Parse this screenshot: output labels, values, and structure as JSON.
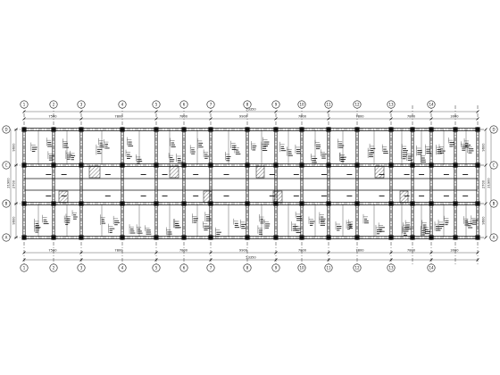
{
  "drawing": {
    "axes_top": [
      "1",
      "2",
      "3",
      "4",
      "5",
      "6",
      "7",
      "8",
      "9",
      "10",
      "11",
      "12",
      "13",
      "14"
    ],
    "axes_bottom": [
      "1",
      "2",
      "3",
      "4",
      "5",
      "6",
      "7",
      "8",
      "9",
      "10",
      "11",
      "12",
      "13",
      "14"
    ],
    "axes_left": [
      "D",
      "C",
      "B",
      "A"
    ],
    "axes_right": [
      "D",
      "C",
      "B",
      "A"
    ],
    "top_dims": [
      "7500",
      "7800",
      "7800",
      "9900",
      "7800",
      "7800",
      "7800",
      "3000"
    ],
    "top_total": "53350",
    "bottom_dims": [
      "7500",
      "7800",
      "7800",
      "9900",
      "7800",
      "7800",
      "7800",
      "3000"
    ],
    "bottom_total": "53350",
    "left_dims": [
      "9600",
      "2700",
      "9600"
    ],
    "left_total": "21900",
    "right_dims": [
      "9600",
      "2700",
      "9600"
    ],
    "right_total": "21900"
  }
}
